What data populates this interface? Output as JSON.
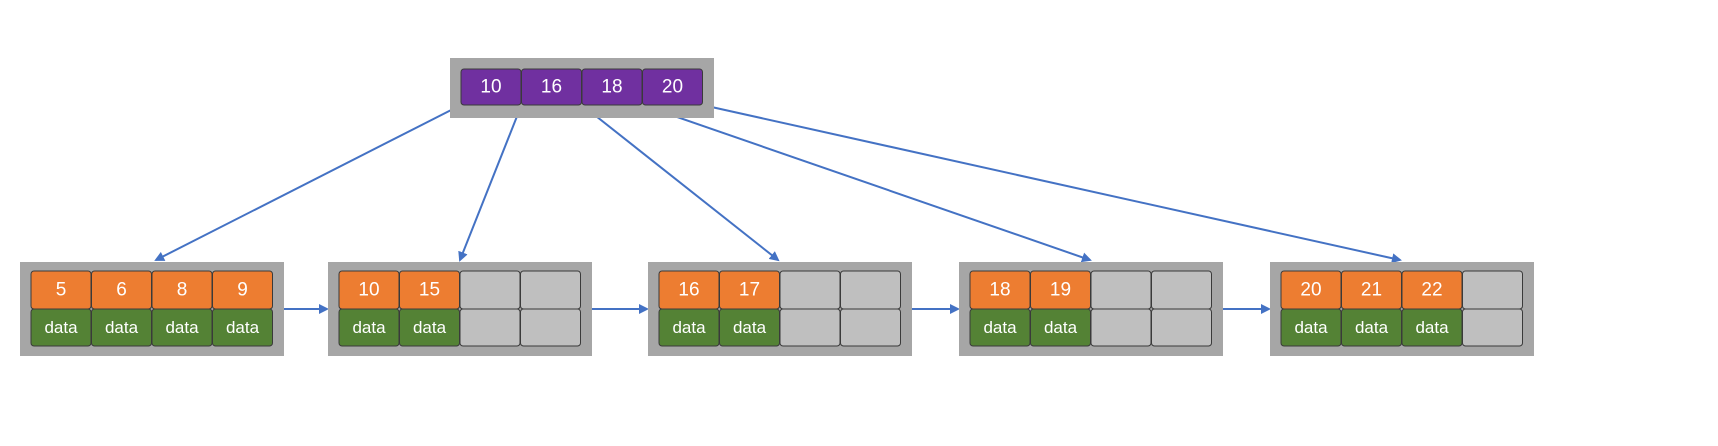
{
  "colors": {
    "node_border": "#a6a6a6",
    "root_key": "#7030a0",
    "leaf_key": "#ed7d31",
    "leaf_data": "#548235",
    "empty_slot": "#bfbfbf",
    "arrow": "#4472c4",
    "text": "#ffffff"
  },
  "root": {
    "keys": [
      "10",
      "16",
      "18",
      "20"
    ]
  },
  "leaves": [
    {
      "keys": [
        "5",
        "6",
        "8",
        "9"
      ],
      "data": [
        "data",
        "data",
        "data",
        "data"
      ]
    },
    {
      "keys": [
        "10",
        "15"
      ],
      "data": [
        "data",
        "data"
      ]
    },
    {
      "keys": [
        "16",
        "17"
      ],
      "data": [
        "data",
        "data"
      ]
    },
    {
      "keys": [
        "18",
        "19"
      ],
      "data": [
        "data",
        "data"
      ]
    },
    {
      "keys": [
        "20",
        "21",
        "22"
      ],
      "data": [
        "data",
        "data",
        "data"
      ]
    }
  ],
  "slots_per_node": 4
}
